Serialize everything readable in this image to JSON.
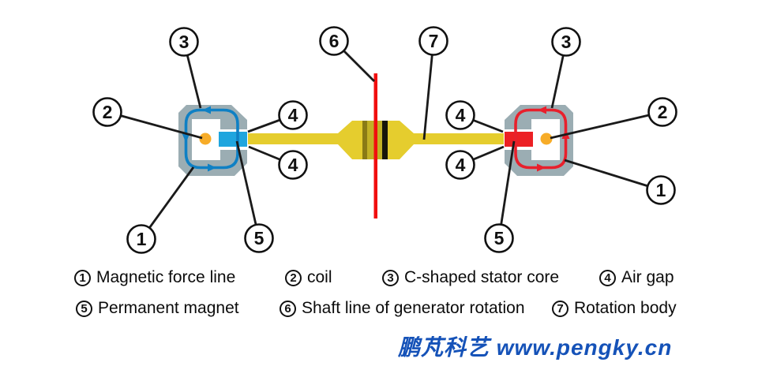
{
  "callout_labels": {
    "n1": "1",
    "n2": "2",
    "n3": "3",
    "n4": "4",
    "n5": "5",
    "n6": "6",
    "n7": "7"
  },
  "legend": {
    "items": [
      {
        "num": "1",
        "label": "Magnetic force line"
      },
      {
        "num": "2",
        "label": "coil"
      },
      {
        "num": "3",
        "label": "C-shaped stator core"
      },
      {
        "num": "4",
        "label": "Air gap"
      },
      {
        "num": "5",
        "label": "Permanent magnet"
      },
      {
        "num": "6",
        "label": "Shaft line of generator rotation"
      },
      {
        "num": "7",
        "label": "Rotation body"
      }
    ]
  },
  "footer": {
    "text": "鹏芃科艺 www.pengky.cn",
    "color": "#1552B8"
  },
  "colors": {
    "stator_core": "#9BADB3",
    "magnet_left": "#1FA5DE",
    "magnet_right": "#EC2024",
    "force_line_left": "#0F80C4",
    "force_line_right": "#E8202C",
    "shaft": "#E5CD2E",
    "band_dark": "#8A7B15",
    "band_mid": "#C2B125",
    "band_black": "#17150A",
    "shaft_line": "#F10E0E",
    "coil": "#F7AC28",
    "leader_line": "#1A1A1A"
  }
}
